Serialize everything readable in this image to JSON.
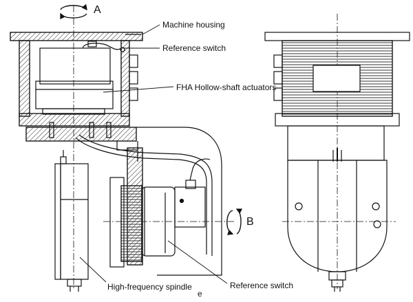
{
  "labels": {
    "machine_housing": "Machine housing",
    "reference_switch_top": "Reference switch",
    "fha_actuators": "FHA Hollow-shaft actuators",
    "hf_spindle": "High-frequency spindle",
    "trailing_char": "e",
    "reference_switch_bottom": "Reference switch"
  },
  "axes": {
    "axis_a": "A",
    "axis_b": "B"
  }
}
